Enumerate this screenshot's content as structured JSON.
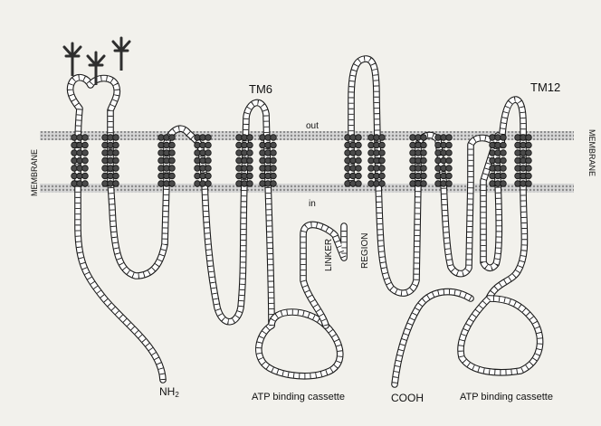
{
  "labels": {
    "tm6": "TM6",
    "tm12": "TM12",
    "out": "out",
    "in": "in",
    "membrane_left": "MEMBRANE",
    "membrane_right": "MEMBRANE",
    "linker": "LINKER",
    "region": "REGION",
    "nh2": "NH",
    "nh2_sub": "2",
    "cooh": "COOH",
    "atp_left": "ATP binding cassette",
    "atp_right": "ATP binding cassette"
  },
  "colors": {
    "background": "#f2f1ec",
    "membrane_band": "#a9a9a9",
    "residue_fill": "#ffffff",
    "residue_stroke": "#1a1a1a",
    "helix_fill": "#4a4a4a",
    "glycan": "#2e2e2e"
  },
  "structure": {
    "transmembrane_helices": 12,
    "glycosylation_sites": 3,
    "nucleotide_binding_domains": 2
  }
}
